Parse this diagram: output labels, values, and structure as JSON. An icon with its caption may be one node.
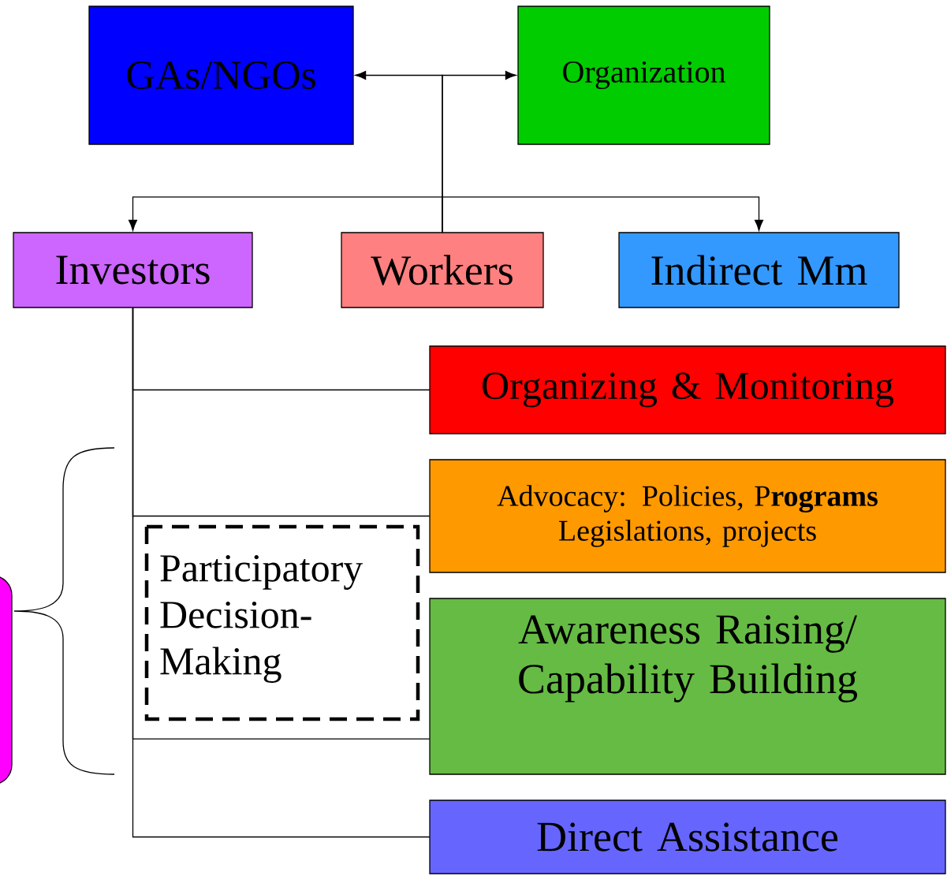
{
  "diagram": {
    "nodes": [
      {
        "text": [
          "GAs/NGOs"
        ]
      },
      {
        "text": [
          "Organization"
        ]
      },
      {
        "text": [
          "Investors"
        ]
      },
      {
        "text": [
          "Workers"
        ]
      },
      {
        "text": [
          "Indirect Mm"
        ]
      },
      {
        "text": [
          "Organizing & Monitoring"
        ]
      },
      {
        "text": [
          "Advocacy: Policies, P**rograms** Legislations, projects"
        ]
      },
      {
        "text": [
          "Awareness Raising/ Capability Building"
        ]
      },
      {
        "text": [
          "Direct Assistance"
        ]
      },
      {
        "text": [
          "Participatory Decision-Making"
        ]
      },
      {
        "text": [],
        "shape": "box"
      }
    ],
    "edges": [
      {
        "from": 3,
        "to": 0,
        "arrow": "to"
      },
      {
        "from": 3,
        "to": 1,
        "arrow": "to"
      },
      {
        "from": 3,
        "to": 2,
        "arrow": "to"
      },
      {
        "from": 3,
        "to": 4,
        "arrow": "to"
      },
      {
        "from": 2,
        "to": 5,
        "arrow": "none"
      },
      {
        "from": 2,
        "to": 6,
        "arrow": "none"
      },
      {
        "from": 2,
        "to": 7,
        "arrow": "none"
      },
      {
        "from": 2,
        "to": 8,
        "arrow": "none"
      }
    ]
  }
}
